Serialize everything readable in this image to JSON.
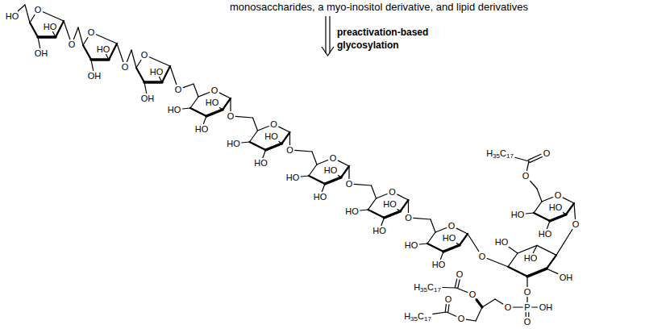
{
  "diagram": {
    "labels": [
      "monosaccharides, a myo-inositol derivative, and lipid derivatives",
      "preactivation-based glycosylation",
      "HO",
      "O",
      "HO",
      "OH",
      "O",
      "O",
      "HO",
      "OH",
      "O",
      "O",
      "HO",
      "OH",
      "O",
      "O",
      "HO",
      "HO",
      "HO",
      "O",
      "O",
      "HO",
      "HO",
      "HO",
      "O",
      "O",
      "HO",
      "HO",
      "HO",
      "O",
      "O",
      "HO",
      "HO",
      "HO",
      "O",
      "O",
      "HO",
      "HO",
      "HO",
      "O",
      "H35C17",
      "O",
      "O",
      "O",
      "HO",
      "HO",
      "HO",
      "O",
      "HO",
      "HO",
      "OH",
      "O",
      "P",
      "OH",
      "O",
      "O",
      "O",
      "O",
      "H35C17",
      "O",
      "O",
      "H35C17"
    ]
  }
}
